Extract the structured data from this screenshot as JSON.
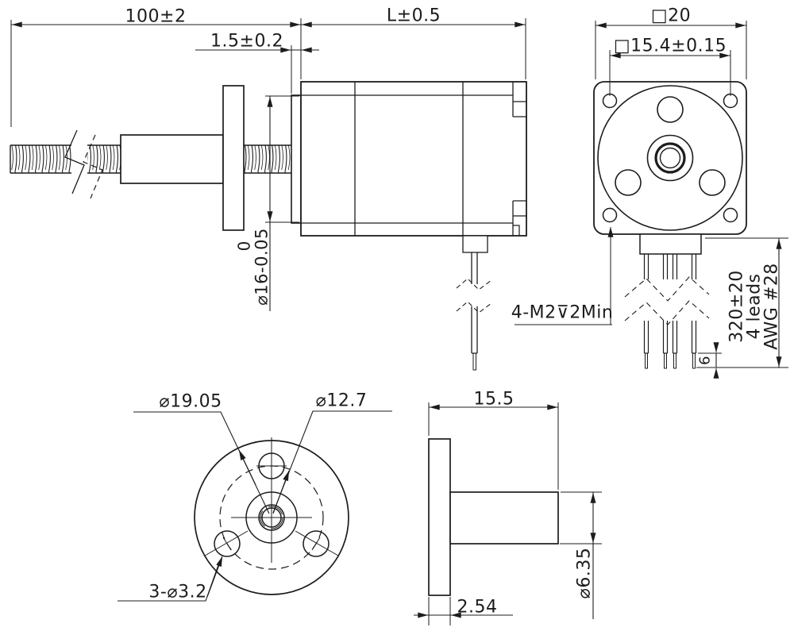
{
  "drawing": {
    "title_hint": "stepper-linear-actuator-dimension-drawing",
    "colors": {
      "line": "#1c1c1c",
      "background": "#ffffff"
    },
    "views": {
      "side_view": {
        "dims": {
          "overall_length": "100±2",
          "boss_length": "1.5±0.2",
          "body_length": "L±0.5",
          "pilot_upper_tol": "0",
          "pilot_diameter": "⌀16-0.05"
        }
      },
      "front_view": {
        "dims": {
          "frame_size": "□20",
          "mount_spacing": "□15.4±0.15",
          "lead_length": "320±20",
          "strip_length": "6"
        },
        "notes": {
          "mount_holes": "4-M2⊽2Min",
          "leads": "4 leads",
          "wire_gauge": "AWG #28"
        }
      },
      "flange_front_view": {
        "dims": {
          "flange_od": "⌀19.05",
          "bolt_circle": "⌀12.7",
          "mount_holes": "3-⌀3.2"
        }
      },
      "flange_side_view": {
        "dims": {
          "nut_length": "15.5",
          "flange_thickness": "2.54",
          "barrel_diameter": "⌀6.35"
        }
      }
    }
  }
}
